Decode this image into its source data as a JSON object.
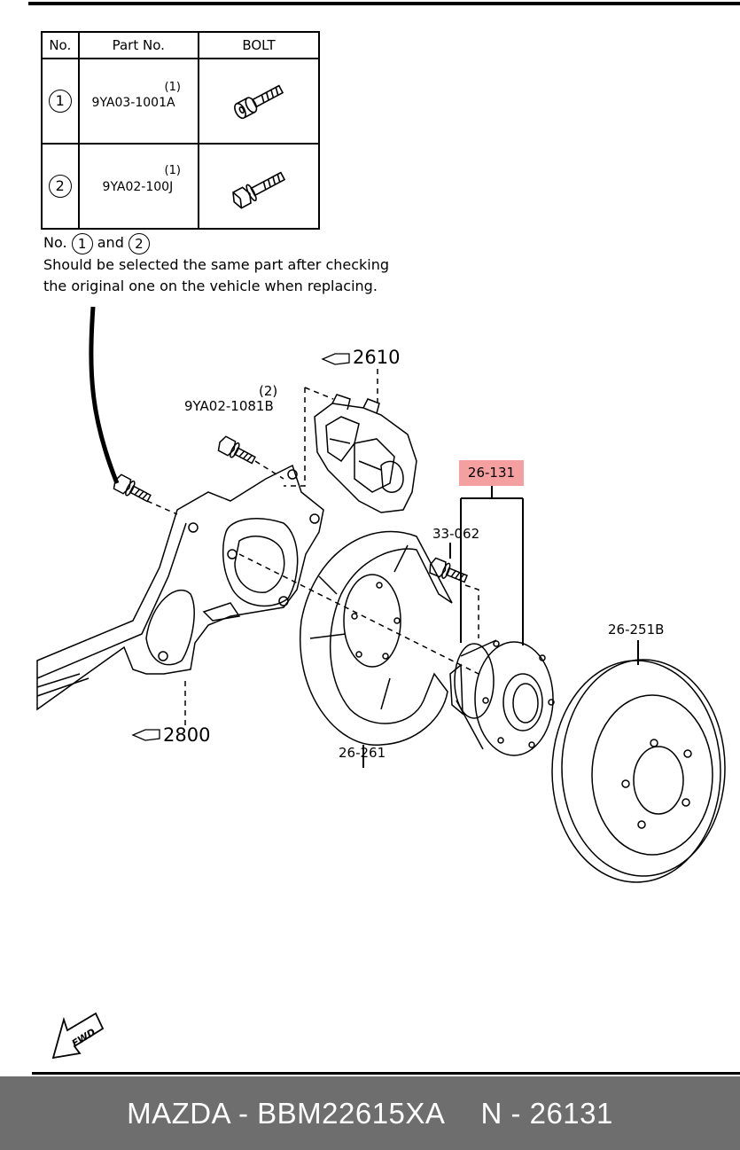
{
  "table": {
    "headers": [
      "No.",
      "Part No.",
      "BOLT"
    ],
    "rows": [
      {
        "no": "1",
        "part_no": "9YA03-1001A",
        "sup": "(1)"
      },
      {
        "no": "2",
        "part_no": "9YA02-100J",
        "sup": "(1)"
      }
    ]
  },
  "note": {
    "prefix": "No.",
    "circle_1": "1",
    "and": "and",
    "circle_2": "2",
    "line_2": "Should be selected the same part after checking",
    "line_3": "the original one on the vehicle when replacing."
  },
  "callouts": {
    "caliper_ref": "2610",
    "knuckle_ref": "2800",
    "caliper_bolt": "9YA02-1081B",
    "caliper_bolt_sup": "(2)",
    "hub_assembly": "26-131",
    "hub_bolt": "33-062",
    "dust_shield": "26-261",
    "brake_disc": "26-251B"
  },
  "fwd_label": "FWD",
  "footer": {
    "brand_part": "MAZDA - BBM22615XA",
    "ref": "N - 26131"
  },
  "colors": {
    "highlight": "#f4a0a0",
    "footer_bg": "#6e6e6e"
  }
}
